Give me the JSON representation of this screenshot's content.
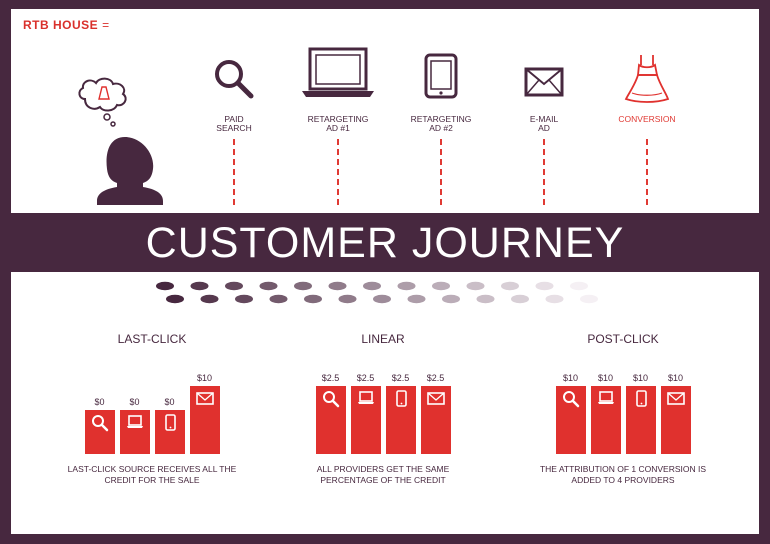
{
  "brand": {
    "name": "RTB HOUSE",
    "menu_glyph": "="
  },
  "title": "CUSTOMER JOURNEY",
  "stages": [
    {
      "label": "PAID\nSEARCH",
      "icon": "magnifier-icon"
    },
    {
      "label": "RETARGETING\nAD #1",
      "icon": "laptop-icon"
    },
    {
      "label": "RETARGETING\nAD #2",
      "icon": "tablet-icon"
    },
    {
      "label": "E-MAIL\nAD",
      "icon": "envelope-icon"
    },
    {
      "label": "CONVERSION",
      "icon": "dress-icon"
    }
  ],
  "colors": {
    "background": "#47283f",
    "accent": "#e0312e",
    "panel": "#ffffff"
  },
  "chart_data": [
    {
      "type": "bar",
      "title": "LAST-CLICK",
      "categories": [
        "magnifier-icon",
        "laptop-icon",
        "tablet-icon",
        "envelope-icon"
      ],
      "values": [
        0,
        0,
        0,
        10
      ],
      "labels": [
        "$0",
        "$0",
        "$0",
        "$10"
      ],
      "description": "LAST-CLICK SOURCE RECEIVES ALL THE CREDIT FOR THE SALE"
    },
    {
      "type": "bar",
      "title": "LINEAR",
      "categories": [
        "magnifier-icon",
        "laptop-icon",
        "tablet-icon",
        "envelope-icon"
      ],
      "values": [
        2.5,
        2.5,
        2.5,
        2.5
      ],
      "labels": [
        "$2.5",
        "$2.5",
        "$2.5",
        "$2.5"
      ],
      "description": "ALL PROVIDERS GET THE SAME PERCENTAGE OF THE CREDIT"
    },
    {
      "type": "bar",
      "title": "POST-CLICK",
      "categories": [
        "magnifier-icon",
        "laptop-icon",
        "tablet-icon",
        "envelope-icon"
      ],
      "values": [
        10,
        10,
        10,
        10
      ],
      "labels": [
        "$10",
        "$10",
        "$10",
        "$10"
      ],
      "description": "THE ATTRIBUTION OF 1 CONVERSION IS ADDED TO 4 PROVIDERS"
    }
  ]
}
